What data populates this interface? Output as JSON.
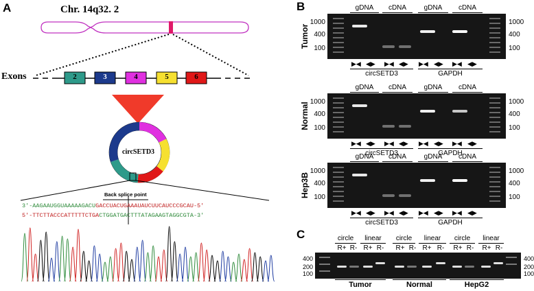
{
  "panels": {
    "a": "A",
    "b": "B",
    "c": "C"
  },
  "panel_a": {
    "chromosome": "Chr. 14q32. 2",
    "exons_label": "Exons",
    "exons": [
      {
        "label": "2",
        "color": "#2e9a8a"
      },
      {
        "label": "3",
        "color": "#1c3a8c"
      },
      {
        "label": "4",
        "color": "#e030e0"
      },
      {
        "label": "5",
        "color": "#f6e030"
      },
      {
        "label": "6",
        "color": "#e01818"
      }
    ],
    "circ_label": "circSETD3",
    "back_splice_label": "Back splice point",
    "seq_top_left": "3'-AAGAAUGGUAAAAAGACU",
    "seq_top_right": "GACCUACUGAAAUAUCUUCAUCCCGCAU-5'",
    "seq_bottom_left": "5'-TTCTTACCCATTTTTCTGA",
    "seq_bottom_right": "CTGGATGACTTTATAGAAGTAGGCGTA-3'"
  },
  "panel_b": {
    "lane_headers": [
      "gDNA",
      "cDNA",
      "gDNA",
      "cDNA"
    ],
    "size_labels": [
      "1000",
      "400",
      "100"
    ],
    "gene_labels": [
      "circSETD3",
      "GAPDH"
    ],
    "primer_marks": [
      "▶◀",
      "◀▶",
      "▶◀",
      "◀▶",
      "▶◀",
      "◀▶",
      "▶◀",
      "◀▶"
    ],
    "rows": [
      "Tumor",
      "Normal",
      "Hep3B"
    ]
  },
  "panel_c": {
    "group_headers": [
      "circle",
      "linear",
      "circle",
      "linear",
      "circle",
      "linear"
    ],
    "lane_labels": [
      "R+",
      "R-",
      "R+",
      "R-",
      "R+",
      "R-",
      "R+",
      "R-",
      "R+",
      "R-",
      "R+",
      "R-"
    ],
    "size_labels": [
      "400",
      "200",
      "100"
    ],
    "samples": [
      "Tumor",
      "Normal",
      "HepG2"
    ]
  }
}
